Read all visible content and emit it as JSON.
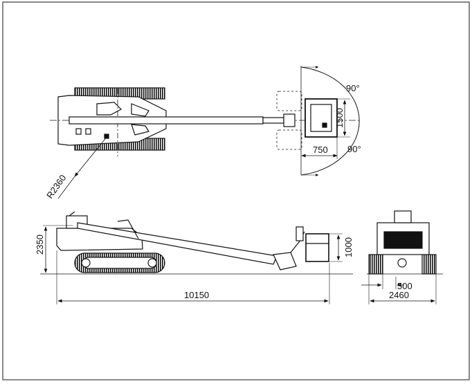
{
  "top_view": {
    "swing_radius": "R2360",
    "platform_angle_upper": "90°",
    "platform_angle_lower": "90°",
    "platform_width": "1500",
    "platform_depth": "750"
  },
  "side_view": {
    "total_height": "2350",
    "platform_height": "1000",
    "total_length": "10150"
  },
  "rear_view": {
    "track_width": "500",
    "overall_width": "2460"
  },
  "colors": {
    "ink": "#111111",
    "paper": "#ffffff"
  }
}
